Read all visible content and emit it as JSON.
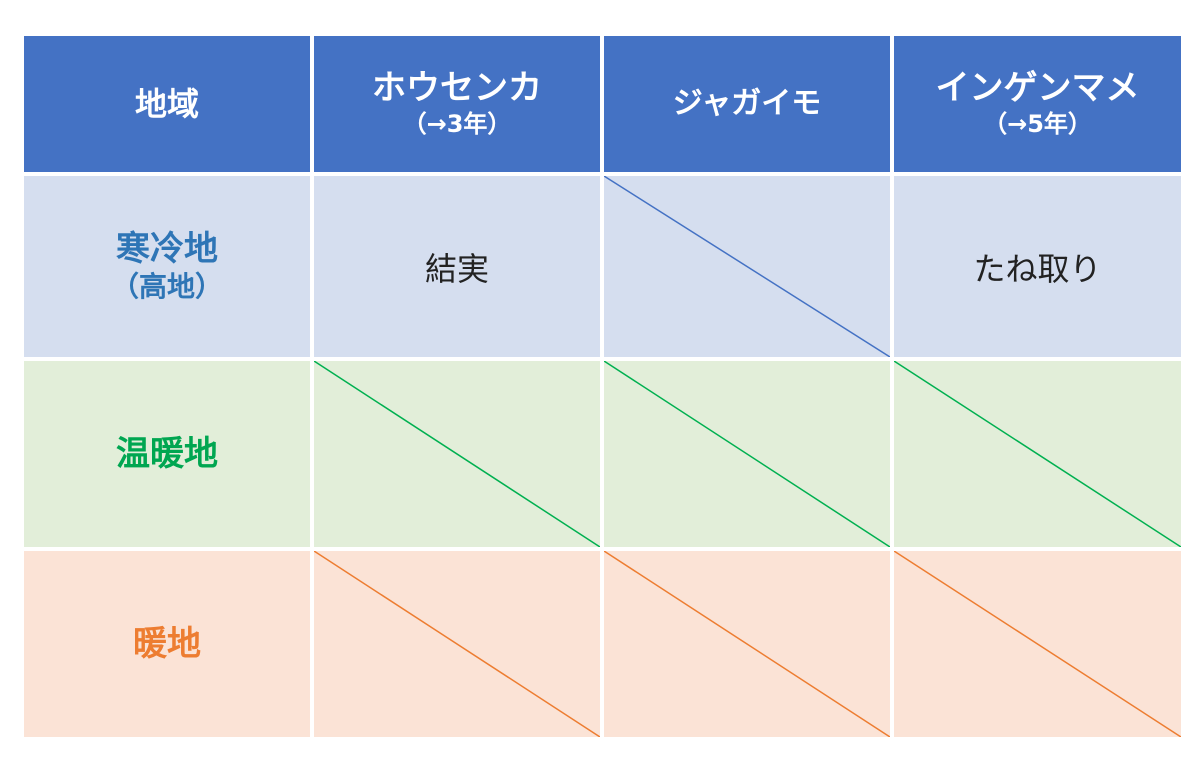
{
  "header": {
    "region": "地域",
    "balsam": {
      "name": "ホウセンカ",
      "note": "（→3年）"
    },
    "potato": {
      "name": "ジャガイモ"
    },
    "kidney_bean": {
      "name": "インゲンマメ",
      "note": "（→5年）"
    }
  },
  "rows": {
    "cold": {
      "label": "寒冷地",
      "note": "（高地）",
      "balsam": "結実",
      "kidney_bean": "たね取り"
    },
    "temperate": {
      "label": "温暖地"
    },
    "warm": {
      "label": "暖地"
    }
  },
  "colors": {
    "header_bg": "#4472c4",
    "cold_bg": "#d5deef",
    "temperate_bg": "#e2eed9",
    "warm_bg": "#fbe3d6",
    "cold_line": "#4472c4",
    "temperate_line": "#00b050",
    "warm_line": "#ed7d31"
  }
}
